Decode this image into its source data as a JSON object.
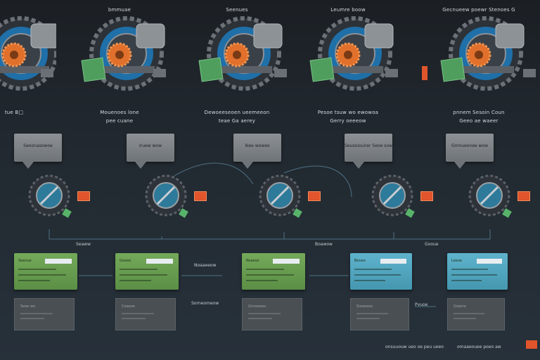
{
  "machines": [
    {
      "title": "",
      "caption1": "tue B□",
      "caption2": ""
    },
    {
      "title": "bmmuae",
      "caption1": "Mouenoes lone",
      "caption2": "pee cuane"
    },
    {
      "title": "Seenues",
      "caption1": "Dewoeeseoen ueemeeon",
      "caption2": "teae Ga aerey"
    },
    {
      "title": "Leumre boow",
      "caption1": "Pesoe tsuw wo ewowoa",
      "caption2": "Gerry oeeeow"
    },
    {
      "title": "Gecnueew poewr Stenoes G",
      "caption1": "pnnem Sesoin Coun",
      "caption2": "Geeo ae waeer"
    }
  ],
  "callouts": [
    "Seoonasowoe",
    "Iruew wow",
    "Ikee woweo",
    "Seusoiouirer Seoe sow",
    "Gmnueonee wow"
  ],
  "flow_labels": [
    "Seaww",
    "Boawow",
    "Gooue"
  ],
  "connector_labels": [
    "Noaaeeow",
    "Sorneomeow",
    "Pvuoe"
  ],
  "cards": [
    {
      "label": "Seenue",
      "color": "green"
    },
    {
      "label": "Gooee",
      "color": "green"
    },
    {
      "label": "Reaeoe",
      "color": "green"
    },
    {
      "label": "Beneo",
      "color": "blue"
    },
    {
      "label": "Leeoe",
      "color": "blue"
    }
  ],
  "grey_panels": [
    "Seoe wo",
    "Ceaeoe",
    "Gmoewoo",
    "Sieaeaoo",
    "Gowrre"
  ],
  "footer": {
    "left": "onsuuouw ueo oe peu ueeo",
    "right": "omaaeouee poeo aw"
  },
  "colors": {
    "accent_orange": "#e0552b",
    "green": "#6da354",
    "blue": "#55aac4"
  }
}
